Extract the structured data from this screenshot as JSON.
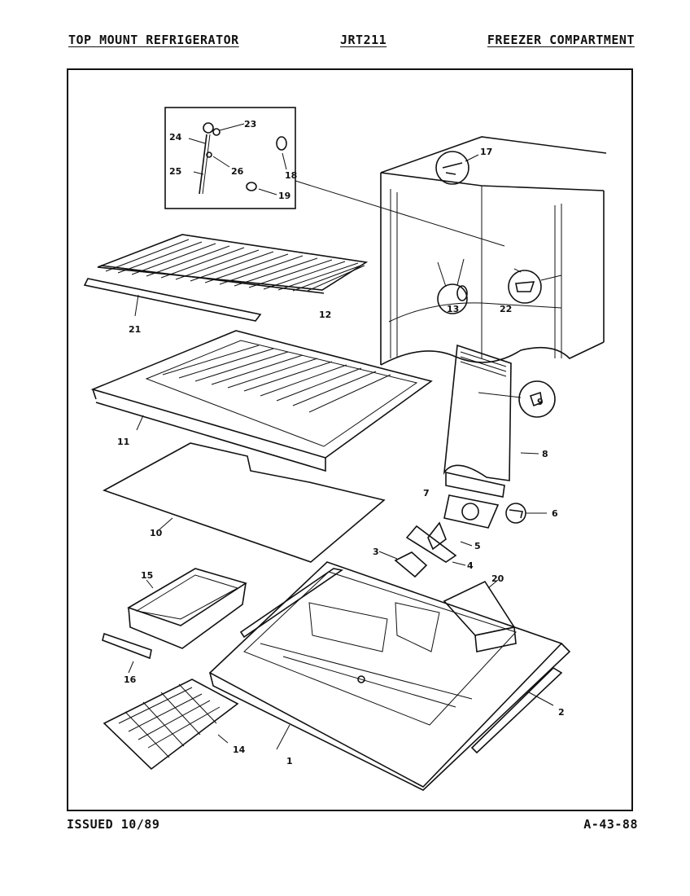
{
  "header": {
    "left": "TOP MOUNT REFRIGERATOR",
    "center": "JRT211",
    "right": "FREEZER COMPARTMENT"
  },
  "footer": {
    "issued": "ISSUED 10/89",
    "code": "A-43-88"
  },
  "callouts": {
    "c1": "1",
    "c2": "2",
    "c3": "3",
    "c4": "4",
    "c5": "5",
    "c6": "6",
    "c7": "7",
    "c8": "8",
    "c9": "9",
    "c10": "10",
    "c11": "11",
    "c12": "12",
    "c13": "13",
    "c14": "14",
    "c15": "15",
    "c16": "16",
    "c17": "17",
    "c18": "18",
    "c19": "19",
    "c20": "20",
    "c21": "21",
    "c22": "22",
    "c23": "23",
    "c24": "24",
    "c25": "25",
    "c26": "26"
  }
}
